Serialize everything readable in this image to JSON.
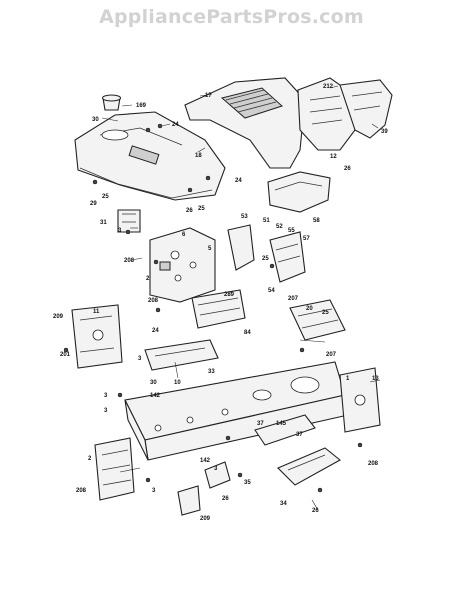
{
  "watermark": "AppliancePartsPros.com",
  "callouts": [
    "169",
    "30",
    "24",
    "17",
    "212",
    "39",
    "18",
    "12",
    "26",
    "29",
    "25",
    "26",
    "25",
    "24",
    "31",
    "3",
    "53",
    "51",
    "52",
    "58",
    "55",
    "57",
    "208",
    "6",
    "5",
    "2",
    "208",
    "25",
    "54",
    "11",
    "289",
    "209",
    "207",
    "20",
    "84",
    "25",
    "201",
    "207",
    "24",
    "3",
    "30",
    "10",
    "33",
    "142",
    "3",
    "1",
    "13",
    "3",
    "37",
    "145",
    "37",
    "2",
    "208",
    "142",
    "3",
    "35",
    "34",
    "26",
    "209",
    "208",
    "3",
    "26"
  ]
}
